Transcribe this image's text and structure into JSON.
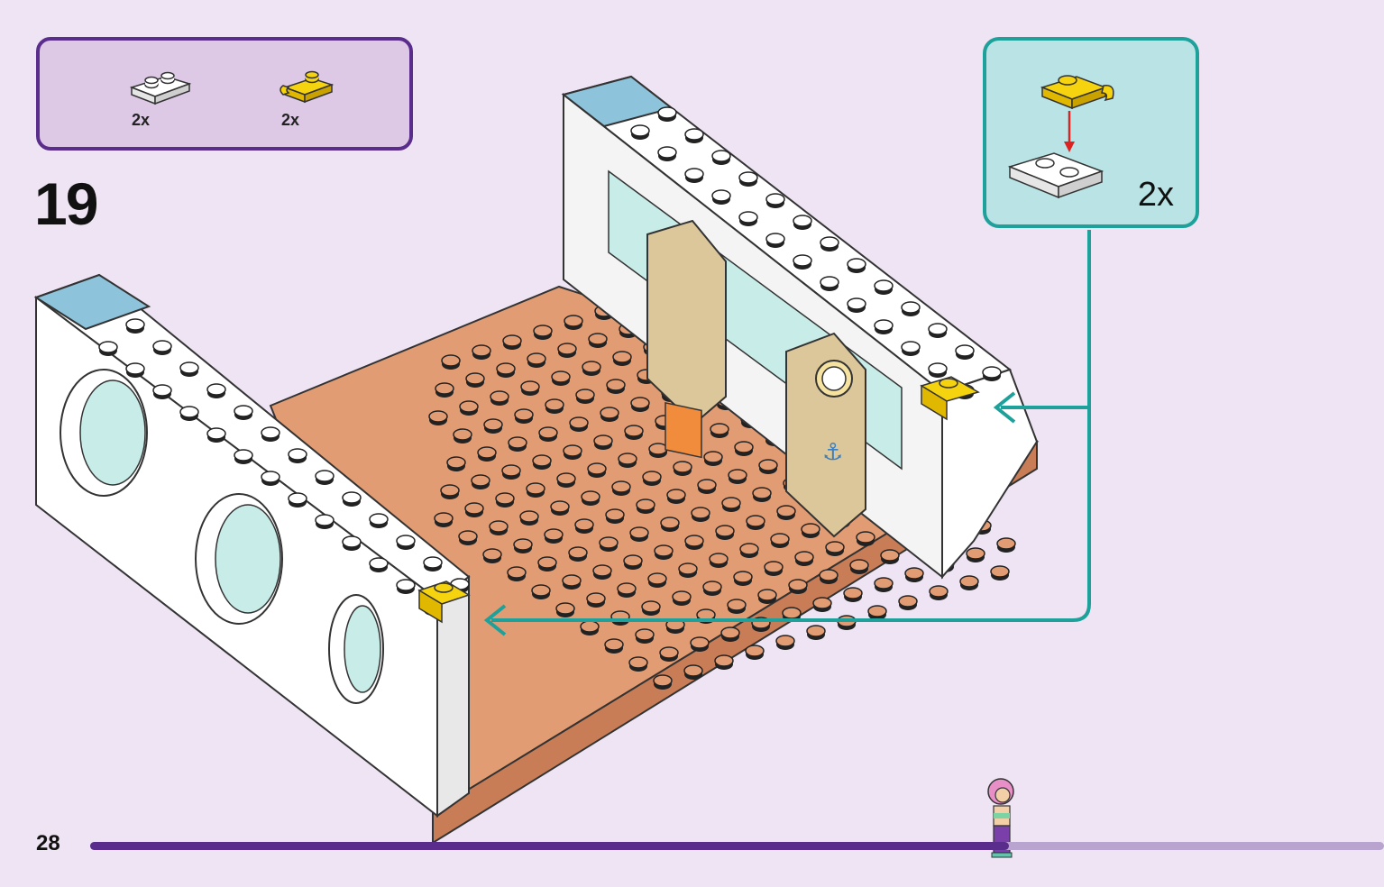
{
  "parts": [
    {
      "name": "white-plate-1x2",
      "qty": "2x",
      "color": "#ffffff"
    },
    {
      "name": "yellow-clip-plate-1x1",
      "qty": "2x",
      "color": "#f5d40f"
    }
  ],
  "step": {
    "number": "19"
  },
  "callout": {
    "multiplier": "2x"
  },
  "page": {
    "number": "28",
    "progress": 0.71
  },
  "colors": {
    "accent_purple": "#5a2d8c",
    "callout_teal": "#1ea19b",
    "baseplate": "#e29c74",
    "brick_blue": "#8ec3dc",
    "clip_yellow": "#f5d40f"
  }
}
